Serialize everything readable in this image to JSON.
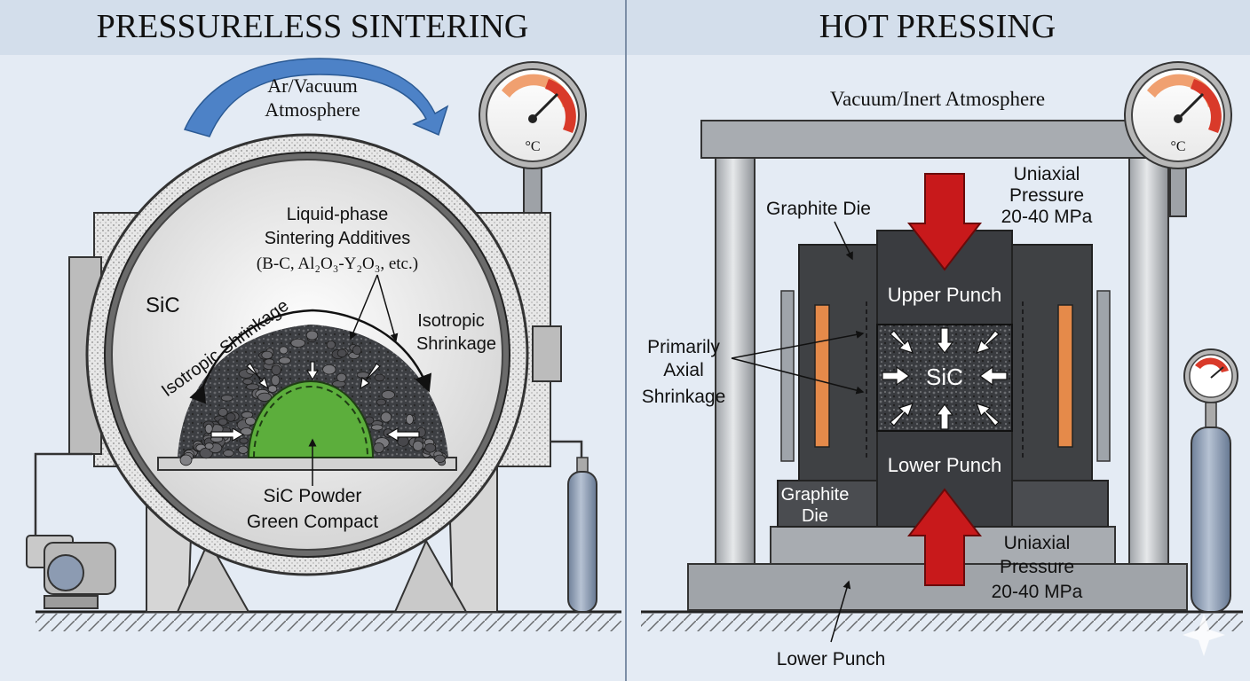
{
  "left": {
    "title": "PRESSURELESS SINTERING",
    "atmosphere_line1": "Ar/Vacuum",
    "atmosphere_line2": "Atmosphere",
    "gauge_unit": "°C",
    "sic_label": "SiC",
    "additives_line1": "Liquid-phase",
    "additives_line2": "Sintering Additives",
    "additives_line3": "(B-C, Al₂O₃-Y₂O₃, etc.)",
    "shrink_left": "Isotropic Shrinkage",
    "shrink_right_line1": "Isotropic",
    "shrink_right_line2": "Shrinkage",
    "compact_line1": "SiC Powder",
    "compact_line2": "Green Compact"
  },
  "right": {
    "title": "HOT PRESSING",
    "atmosphere": "Vacuum/Inert Atmosphere",
    "gauge_unit": "°C",
    "graphite_die_top": "Graphite Die",
    "pressure_top_line1": "Uniaxial",
    "pressure_top_line2": "Pressure",
    "pressure_top_line3": "20-40 MPa",
    "upper_punch": "Upper Punch",
    "sic_label": "SiC",
    "axial_line1": "Primarily",
    "axial_line2": "Axial",
    "axial_line3": "Shrinkage",
    "lower_punch": "Lower Punch",
    "graphite_die_bottom_line1": "Graphite",
    "graphite_die_bottom_line2": "Die",
    "pressure_bottom_line1": "Uniaxial",
    "pressure_bottom_line2": "Pressure",
    "pressure_bottom_line3": "20-40 MPa",
    "lower_punch_base": "Lower Punch"
  }
}
